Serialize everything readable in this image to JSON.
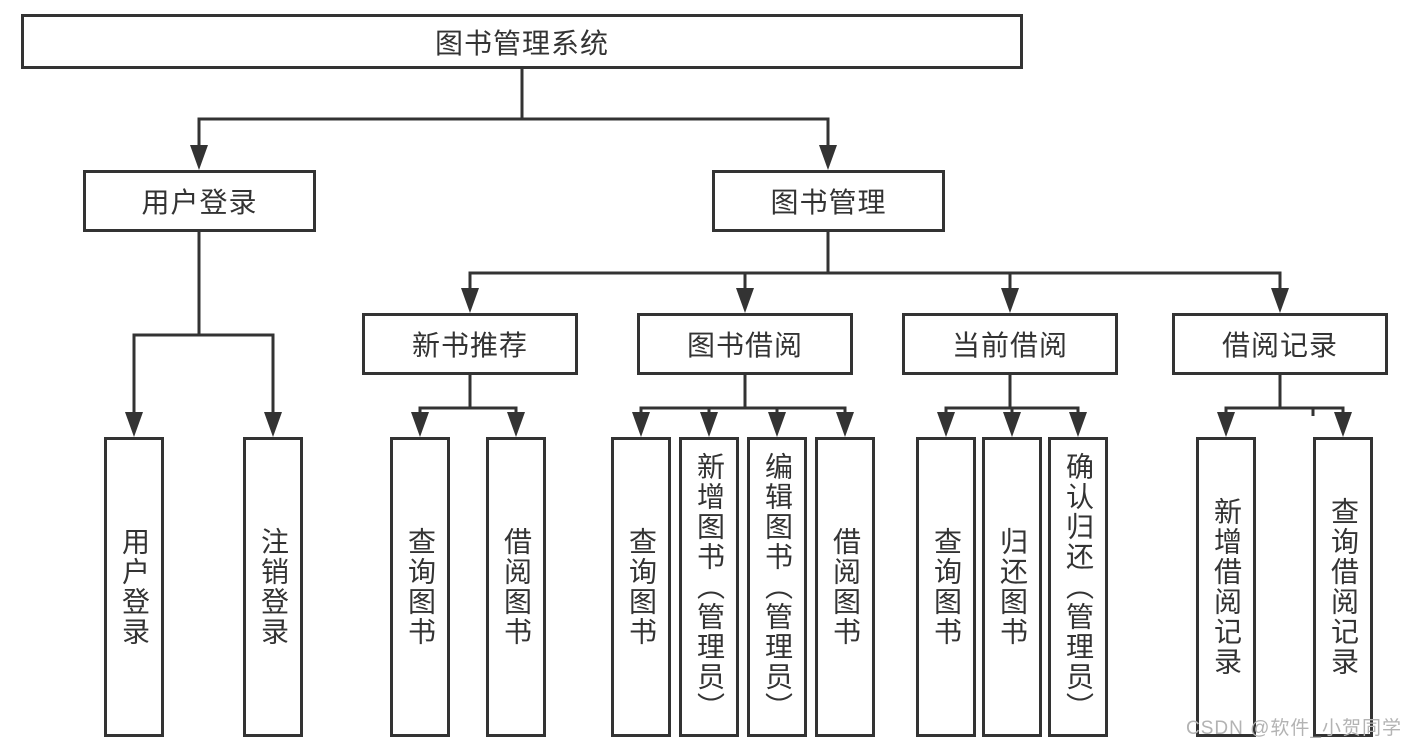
{
  "tree": {
    "root": "图书管理系统",
    "groups": [
      {
        "parent": "用户登录",
        "leaves": [
          "用户登录",
          "注销登录"
        ]
      },
      {
        "parent": "图书管理",
        "subgroups": [
          {
            "parent": "新书推荐",
            "leaves": [
              "查询图书",
              "借阅图书"
            ]
          },
          {
            "parent": "图书借阅",
            "leaves": [
              "查询图书",
              "新增图书（管理员）",
              "编辑图书（管理员）",
              "借阅图书"
            ]
          },
          {
            "parent": "当前借阅",
            "leaves": [
              "查询图书",
              "归还图书",
              "确认归还（管理员）"
            ]
          },
          {
            "parent": "借阅记录",
            "leaves": [
              "新增借阅记录",
              "查询借阅记录"
            ]
          }
        ]
      }
    ]
  },
  "watermark": "CSDN @软件_小贺同学",
  "colors": {
    "line": "#333333",
    "text": "#333333",
    "watermark": "#b3b3b3",
    "background": "#ffffff"
  }
}
